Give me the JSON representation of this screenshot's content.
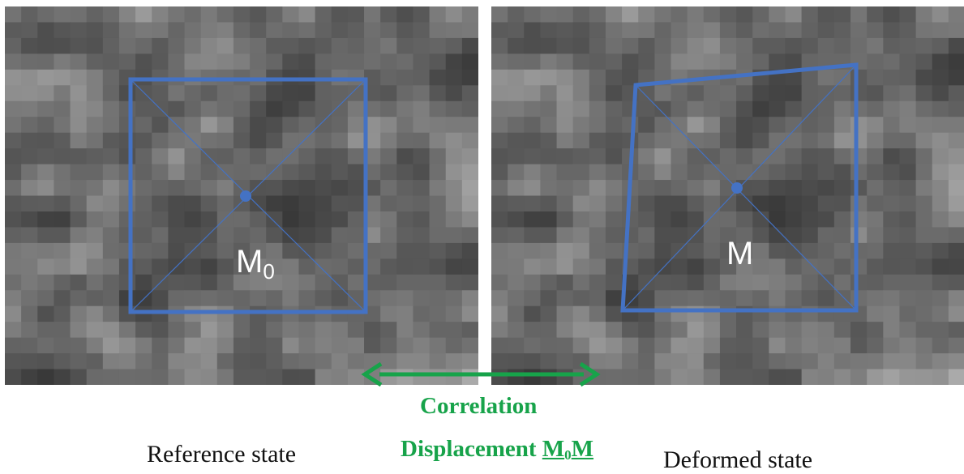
{
  "panels": {
    "reference": {
      "point_label": "M",
      "point_subscript": "0",
      "caption": "Reference state"
    },
    "deformed": {
      "point_label": "M",
      "caption": "Deformed state"
    }
  },
  "correlation": {
    "label": "Correlation",
    "displacement_word": "Displacement",
    "vector_start": "M",
    "vector_start_subscript": "0",
    "vector_end": "M"
  },
  "colors": {
    "subset_outline": "#4472c4",
    "arrow": "#17a34a",
    "label_text": "#ffffff"
  }
}
